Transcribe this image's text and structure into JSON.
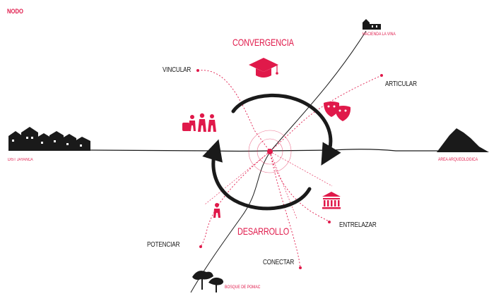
{
  "title": "NODO",
  "concepts": {
    "convergencia": "CONVERGENCIA",
    "desarrollo": "DESARROLLO"
  },
  "actions": {
    "vincular": "VINCULAR",
    "articular": "ARTICULAR",
    "entrelazar": "ENTRELAZAR",
    "conectar": "CONECTAR",
    "potenciar": "POTENCIAR"
  },
  "places": {
    "hacienda": "HACIENDA LA VIÑA",
    "dist_jayanca": "DIST JAYANCA",
    "area_arqueologica": "ÁREA ARQUEOLÓGICA",
    "bosque": "BOSQUE DE PÓMAC"
  },
  "colors": {
    "accent": "#e0194a",
    "ink": "#1a1a1a",
    "background": "#ffffff"
  },
  "icons": {
    "convergencia": "graduation-cap-icon",
    "vincular": "family-icon",
    "articular": "theater-masks-icon",
    "entrelazar": "museum-icon",
    "potenciar": "person-icon",
    "dist_jayanca": "town-icon",
    "hacienda": "hacienda-icon",
    "area_arqueologica": "mountain-icon",
    "bosque": "trees-icon"
  }
}
